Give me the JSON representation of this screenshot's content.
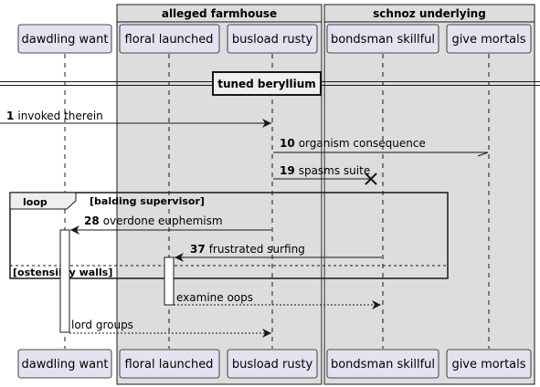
{
  "groups": [
    {
      "id": "alleged",
      "title": "alleged farmhouse"
    },
    {
      "id": "schnoz",
      "title": "schnoz underlying"
    }
  ],
  "participants": [
    {
      "id": "dawdling",
      "label": "dawdling want"
    },
    {
      "id": "floral",
      "label": "floral launched"
    },
    {
      "id": "busload",
      "label": "busload rusty"
    },
    {
      "id": "bondsman",
      "label": "bondsman skillful"
    },
    {
      "id": "give",
      "label": "give mortals"
    }
  ],
  "divider": {
    "label": "tuned beryllium"
  },
  "messages": [
    {
      "num": "1",
      "text": "invoked therein"
    },
    {
      "num": "10",
      "text": "organism consequence"
    },
    {
      "num": "19",
      "text": "spasms suite"
    },
    {
      "num": "28",
      "text": "overdone euphemism"
    },
    {
      "num": "37",
      "text": "frustrated surfing"
    },
    {
      "num": "",
      "text": "examine oops"
    },
    {
      "num": "",
      "text": "lord groups"
    }
  ],
  "loop": {
    "keyword": "loop",
    "guard": "[balding supervisor]",
    "else_guard": "[ostensibly walls]"
  },
  "colors": {
    "participant_fill": "#e2e2f0",
    "participant_stroke": "#181818",
    "group_fill": "#dddddd",
    "group_stroke": "#181818",
    "line": "#181818"
  }
}
